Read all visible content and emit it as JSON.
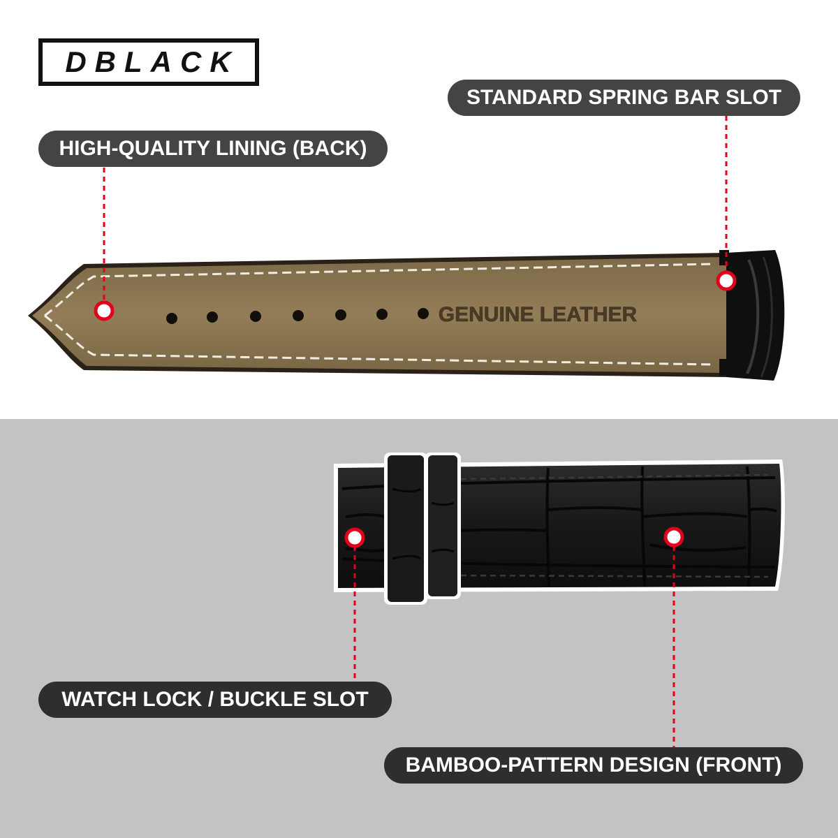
{
  "brand": {
    "logo_text": "DBLACK"
  },
  "strap_back": {
    "imprint": "GENUINE LEATHER"
  },
  "callouts": {
    "spring_bar": "STANDARD SPRING BAR SLOT",
    "lining": "HIGH-QUALITY LINING (BACK)",
    "buckle_slot": "WATCH LOCK / BUCKLE SLOT",
    "pattern": "BAMBOO-PATTERN DESIGN (FRONT)"
  },
  "colors": {
    "callout_bg": "#444444",
    "marker_red": "#e3001b",
    "lining_brown": "#8a7550",
    "strap_black": "#151515",
    "bottom_bg": "#c3c3c3"
  }
}
